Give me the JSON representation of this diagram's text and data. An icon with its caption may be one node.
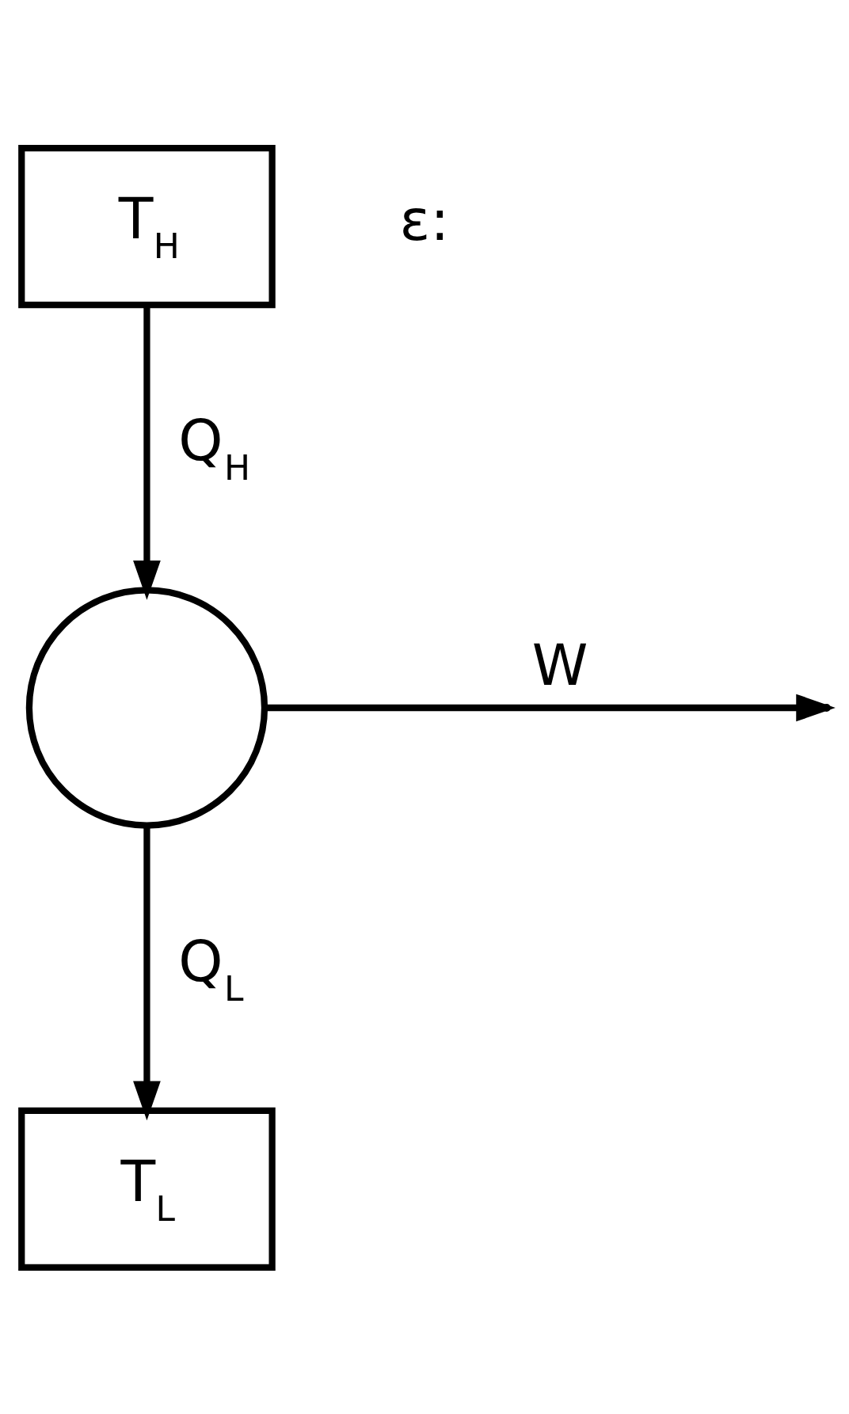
{
  "diagram": {
    "nodes": [
      {
        "text": [
          "T$_{H}$"
        ]
      },
      {
        "text": [],
        "shape": "circle"
      },
      {
        "text": [
          "T$_{L}$"
        ]
      }
    ],
    "edges": [
      {
        "from": 0,
        "to": 1,
        "arrow": "to",
        "label": "Q$_{H}$"
      },
      {
        "from": 1,
        "to": null,
        "arrow": "to",
        "label": "W"
      },
      {
        "from": 1,
        "to": 2,
        "arrow": "to",
        "label": "Q$_{L}$"
      }
    ],
    "labels": [
      "ε:"
    ]
  }
}
